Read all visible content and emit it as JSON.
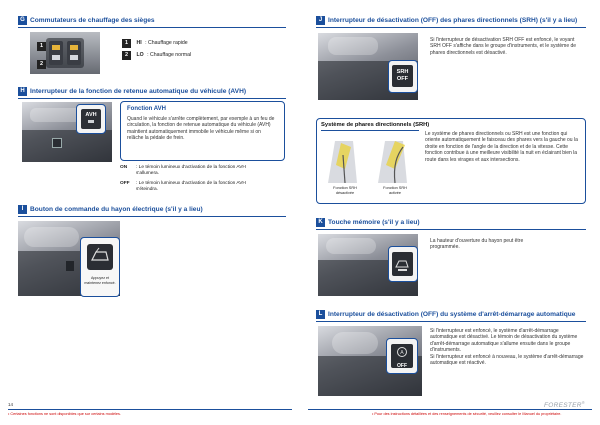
{
  "page": {
    "number": "14",
    "footer_left": "• Certaines fonctions ne sont disponibles que sur certains modèles.",
    "footer_right": "• Pour des instructions détaillées et des renseignements de sécurité, veuillez consulter le Manuel du propriétaire.",
    "brand": "FORESTER",
    "brand_mark": "®"
  },
  "sections": {
    "g": {
      "letter": "G",
      "title": "Commutateurs de chauffage des sièges",
      "callout_1": "1",
      "callout_2": "2",
      "legend": [
        {
          "key": "1",
          "code": "HI",
          "text": ": Chauffage rapide"
        },
        {
          "key": "2",
          "code": "LO",
          "text": ": Chauffage normal"
        }
      ]
    },
    "h": {
      "letter": "H",
      "title": "Interrupteur de la fonction de retenue automatique du véhicule (AVH)",
      "button_label": "AVH",
      "box_title": "Fonction AVH",
      "box_text": "Quand le véhicule s'arrête complètement, par exemple à un feu de circulation, la fonction de retenue automatique du véhicule (AVH) maintient automatiquement immobile le véhicule même si on relâche la pédale de frein.",
      "states": [
        {
          "code": "ON",
          "text": ": Le témoin lumineux d'activation de la fonction AVH s'allumera."
        },
        {
          "code": "OFF",
          "text": ": Le témoin lumineux d'activation de la fonction AVH s'éteindra."
        }
      ]
    },
    "i": {
      "letter": "I",
      "title": "Bouton de commande du hayon électrique (s'il y a lieu)",
      "inset_caption": "Appuyez et maintenez enfoncé."
    },
    "j": {
      "letter": "J",
      "title": "Interrupteur de désactivation (OFF) des phares directionnels (SRH) (s'il y a lieu)",
      "text": "Si l'interrupteur de désactivation SRH OFF est enfoncé, le voyant SRH OFF s'affiche dans le groupe d'instruments, et le système de phares directionnels est désactivé.",
      "button_line1": "SRH",
      "button_line2": "OFF",
      "box_title": "Système de phares directionnels (SRH)",
      "box_text": "Le système de phares directionnels ou SRH est une fonction qui oriente automatiquement le faisceau des phares vers la gauche ou la droite en fonction de l'angle de la direction et de la vitesse. Cette fonction contribue à une meilleure visibilité la nuit en éclairant bien la route dans les virages et aux intersections.",
      "caption_off": "Fonction SRH désactivée",
      "caption_on": "Fonction SRH activée"
    },
    "k": {
      "letter": "K",
      "title": "Touche mémoire (s'il y a lieu)",
      "text": "La hauteur d'ouverture du hayon peut être programmée."
    },
    "l": {
      "letter": "L",
      "title": "Interrupteur de désactivation (OFF) du système d'arrêt-démarrage automatique",
      "text1": "Si l'interrupteur est enfoncé, le système d'arrêt-démarrage automatique est désactivé. Le témoin de désactivation du système d'arrêt-démarrage automatique s'allume ensuite dans le groupe d'instruments.",
      "text2": "Si l'interrupteur est enfoncé à nouveau, le système d'arrêt-démarrage automatique est réactivé.",
      "button_label": "OFF"
    }
  },
  "colors": {
    "accent": "#1b4f9c",
    "note_red": "#cc0000",
    "highlight_yellow": "#e8d24a"
  }
}
